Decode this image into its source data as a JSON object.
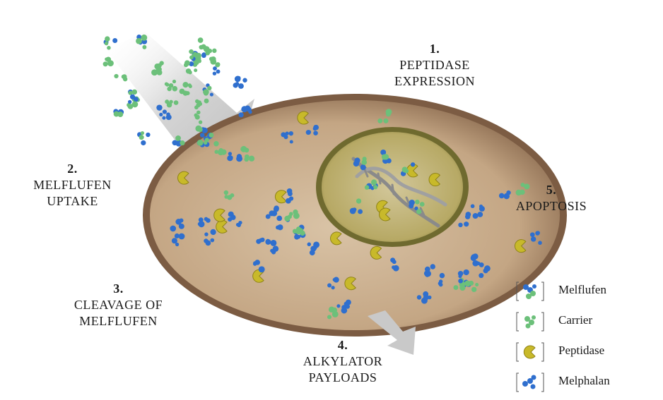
{
  "steps": [
    {
      "number": "1.",
      "label": "PEPTIDASE\nEXPRESSION"
    },
    {
      "number": "2.",
      "label": "MELFLUFEN\nUPTAKE"
    },
    {
      "number": "3.",
      "label": "CLEAVAGE OF\nMELFLUFEN"
    },
    {
      "number": "4.",
      "label": "ALKYLATOR\nPAYLOADS"
    },
    {
      "number": "5.",
      "label": "APOPTOSIS"
    }
  ],
  "legend": [
    {
      "label": "Melflufen",
      "icon": "melflufen-icon"
    },
    {
      "label": "Carrier",
      "icon": "carrier-icon"
    },
    {
      "label": "Peptidase",
      "icon": "peptidase-icon"
    },
    {
      "label": "Melphalan",
      "icon": "melphalan-icon"
    }
  ],
  "colors": {
    "melphalan": "#2f6fce",
    "carrier": "#6cc07a",
    "peptidase": "#c8b92a",
    "cell_membrane": "#8b6b4f",
    "cytoplasm": "#c7ad8e",
    "nucleus": "#a89a57",
    "arrow": "#c9c9c9"
  }
}
